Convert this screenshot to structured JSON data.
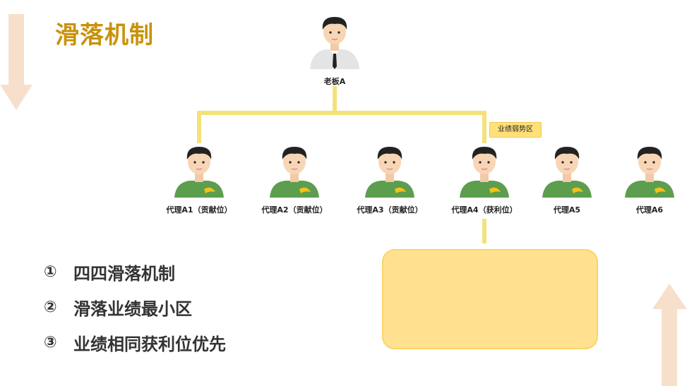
{
  "title": "滑落机制",
  "boss": {
    "label": "老板A"
  },
  "tag": {
    "label": "业绩弱势区"
  },
  "agents": [
    {
      "label": "代理A1（贡献位）"
    },
    {
      "label": "代理A2（贡献位）"
    },
    {
      "label": "代理A3（贡献位）"
    },
    {
      "label": "代理A4（获利位）"
    },
    {
      "label": "代理A5"
    },
    {
      "label": "代理A6"
    }
  ],
  "rules": [
    {
      "num": "①",
      "text": "四四滑落机制"
    },
    {
      "num": "②",
      "text": "滑落业绩最小区"
    },
    {
      "num": "③",
      "text": "业绩相同获利位优先"
    }
  ],
  "colors": {
    "title": "#c8920a",
    "connector": "#f3e27a",
    "box_fill": "#ffe190",
    "shirt": "#5c9e4e",
    "deco_arrow": "#f6e0cc"
  }
}
